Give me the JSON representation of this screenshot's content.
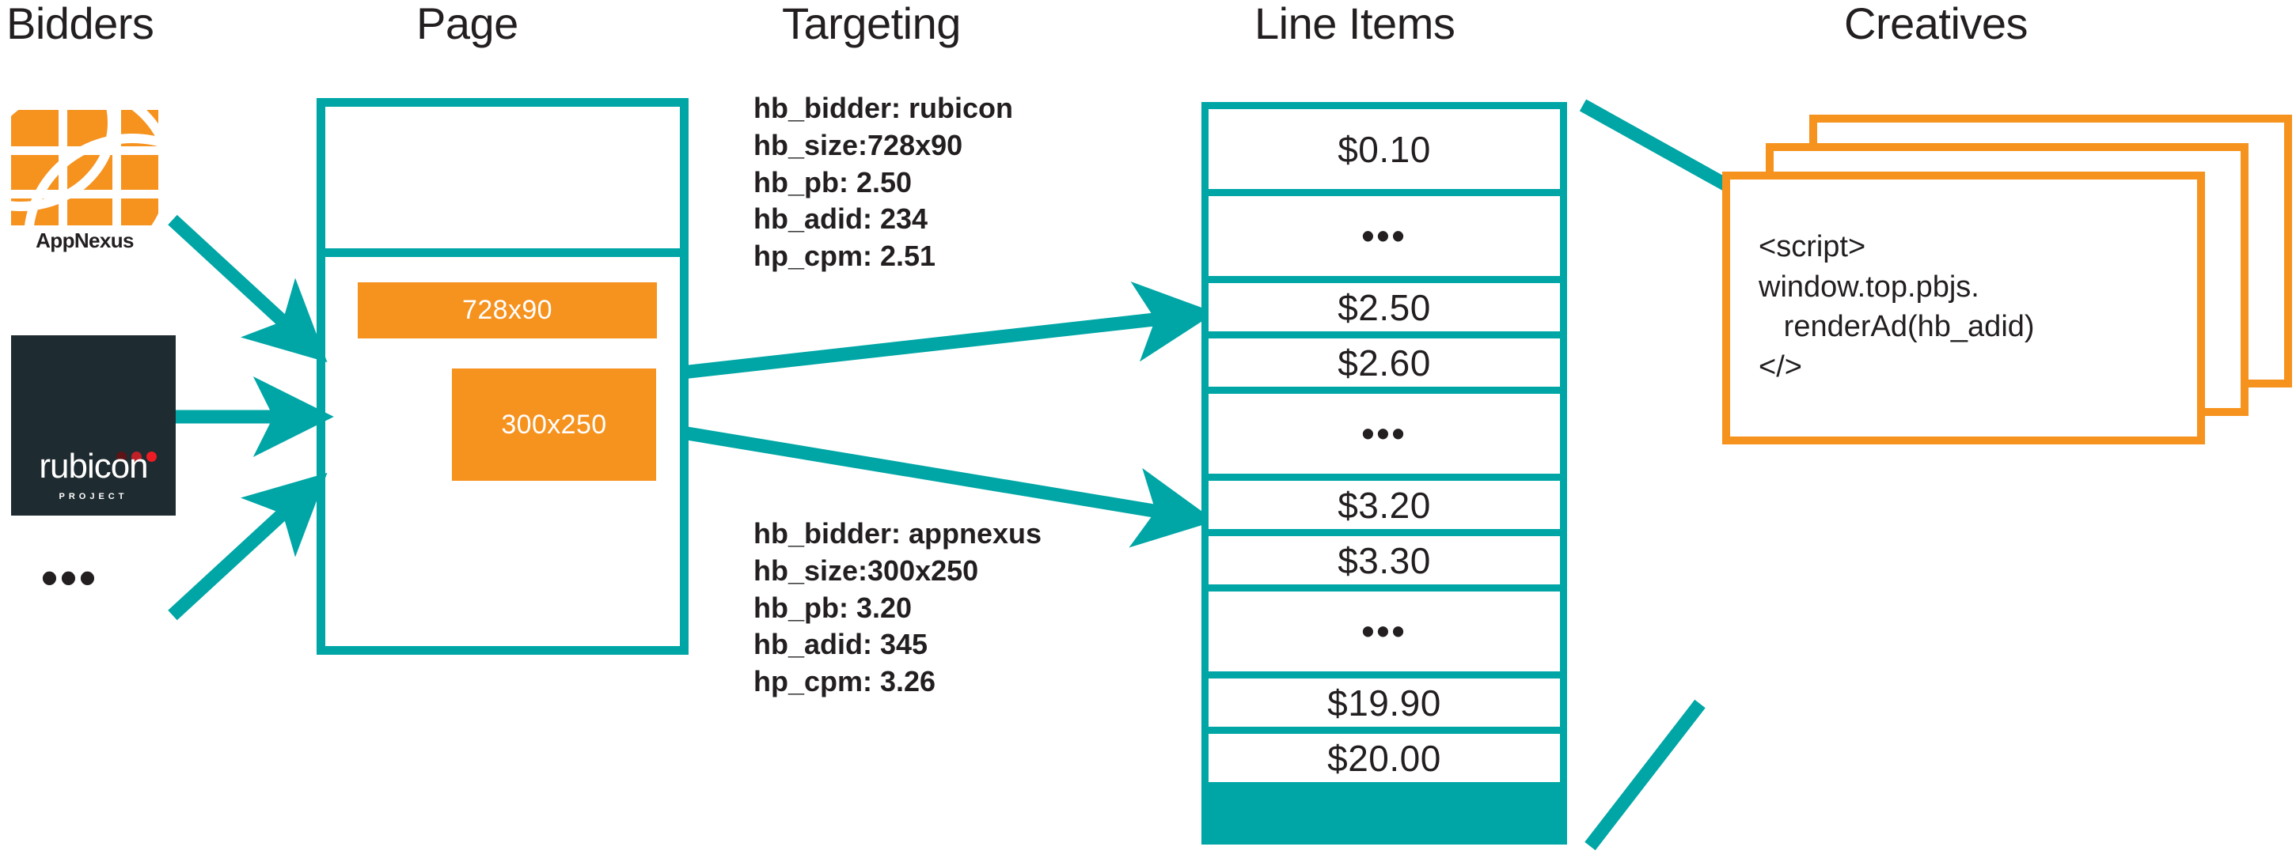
{
  "columns": {
    "bidders": "Bidders",
    "page": "Page",
    "targeting": "Targeting",
    "line_items": "Line Items",
    "creatives": "Creatives"
  },
  "colors": {
    "teal": "#00a6a6",
    "orange": "#f6921e",
    "dark": "#231f20",
    "rubicon_bg": "#1e2b30",
    "rubicon_red": "#ed1c24"
  },
  "bidders": {
    "items": [
      {
        "name": "appnexus",
        "label": "AppNexus"
      },
      {
        "name": "rubicon",
        "label": "rubicon",
        "sublabel": "PROJECT"
      },
      {
        "name": "more",
        "label": "•••"
      }
    ],
    "ellipsis": "•••"
  },
  "page": {
    "ad_slots": [
      {
        "name": "leaderboard",
        "label": "728x90"
      },
      {
        "name": "mrec",
        "label": "300x250"
      }
    ]
  },
  "targeting": {
    "blocks": [
      {
        "name": "rubicon-targeting",
        "lines": [
          "hb_bidder: rubicon",
          "hb_size:728x90",
          "hb_pb: 2.50",
          "hb_adid: 234",
          "hp_cpm: 2.51"
        ]
      },
      {
        "name": "appnexus-targeting",
        "lines": [
          "hb_bidder: appnexus",
          "hb_size:300x250",
          "hb_pb: 3.20",
          "hb_adid: 345",
          "hp_cpm: 3.26"
        ]
      }
    ]
  },
  "line_items": {
    "rows": [
      {
        "label": "$0.10",
        "kind": "value"
      },
      {
        "label": "•••",
        "kind": "ellipsis"
      },
      {
        "label": "$2.50",
        "kind": "value"
      },
      {
        "label": "$2.60",
        "kind": "value"
      },
      {
        "label": "•••",
        "kind": "ellipsis"
      },
      {
        "label": "$3.20",
        "kind": "value"
      },
      {
        "label": "$3.30",
        "kind": "value"
      },
      {
        "label": "•••",
        "kind": "ellipsis"
      },
      {
        "label": "$19.90",
        "kind": "value"
      },
      {
        "label": "$20.00",
        "kind": "value"
      }
    ]
  },
  "creatives": {
    "code": "<script>\nwindow.top.pbjs.\n   renderAd(hb_adid)\n</>"
  }
}
